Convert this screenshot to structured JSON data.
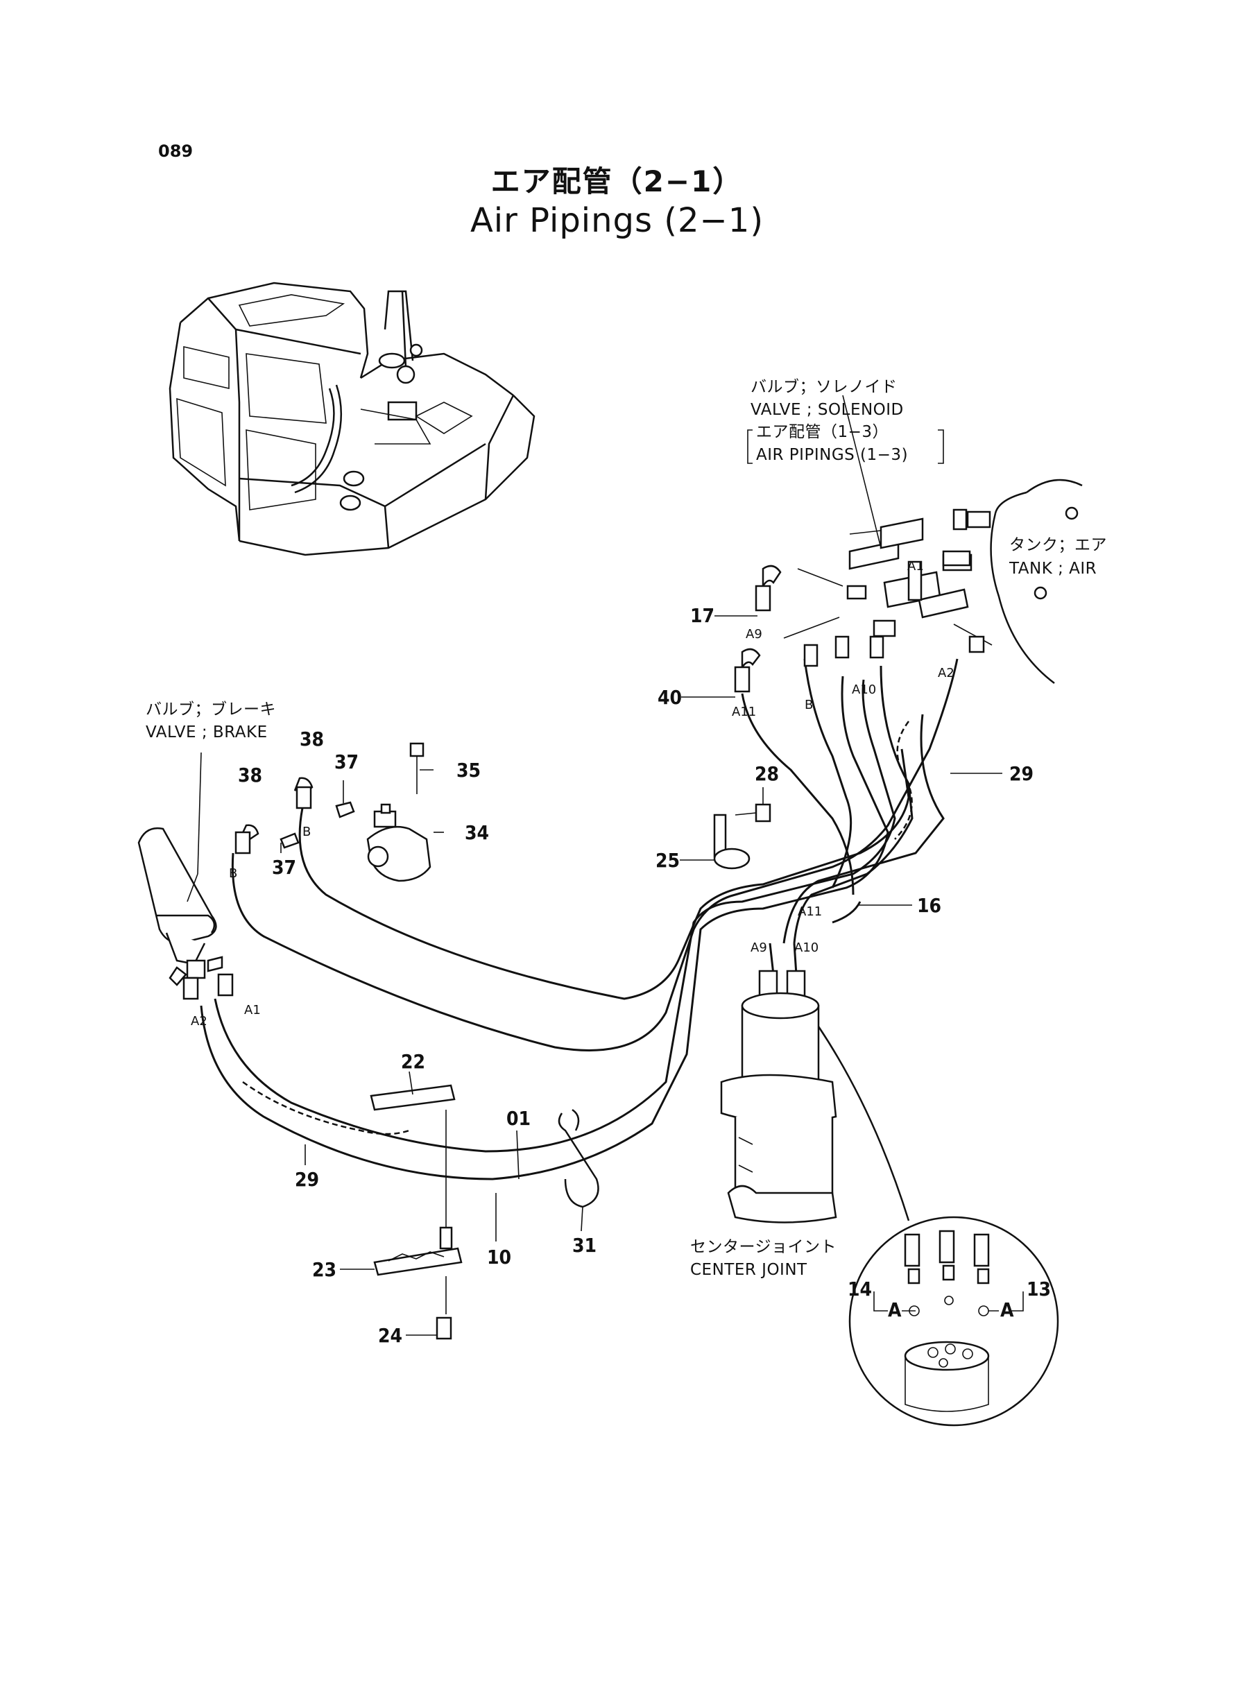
{
  "page": {
    "page_number": "089",
    "title_jp": "エア配管（2−1）",
    "title_en": "Air Pipings (2−1)"
  },
  "components": {
    "solenoid_jp": "バルブ；ソレノイド",
    "solenoid_en": "VALVE ; SOLENOID",
    "ref_jp": "エア配管（1−3）",
    "ref_en": "AIR PIPINGS (1−3)",
    "tank_jp": "タンク；エア",
    "tank_en": "TANK ; AIR",
    "brake_jp": "バルブ；ブレーキ",
    "brake_en": "VALVE ; BRAKE",
    "center_jp": "センタージョイント",
    "center_en": "CENTER JOINT"
  },
  "callouts": [
    "17",
    "40",
    "38",
    "38",
    "37",
    "37",
    "35",
    "34",
    "28",
    "25",
    "29",
    "29",
    "16",
    "22",
    "01",
    "10",
    "31",
    "23",
    "24",
    "14",
    "13"
  ],
  "port_tags": [
    "A1",
    "A9",
    "A11",
    "B",
    "A10",
    "A2",
    "B",
    "B",
    "A2",
    "A1",
    "A9",
    "A10",
    "A11",
    "A",
    "A"
  ]
}
